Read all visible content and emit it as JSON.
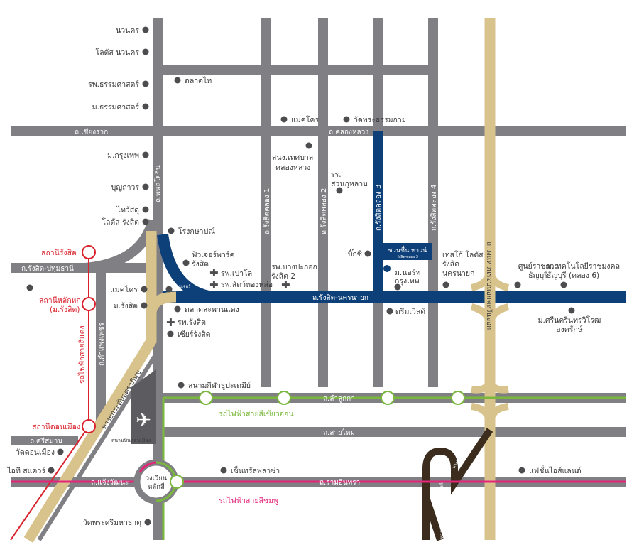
{
  "colors": {
    "road": "#808084",
    "main_road": "#0d3f78",
    "expressway": "#d8c38d",
    "red_line": "#d9232d",
    "green_line": "#7ab83d",
    "pink_line": "#e3267a",
    "tollway": "#3b2c1e"
  },
  "roads": {
    "chiang_rak": "ถ.เชียงราก",
    "khlong_luang": "ถ.คลองหลวง",
    "phahonyothin": "ถ.พหลโยธิน",
    "khlong1": "ถ.รังสิตคลอง 1",
    "khlong2": "ถ.รังสิตคลอง 2",
    "khlong3": "ถ.รังสิตคลอง 3",
    "khlong4": "ถ.รังสิตคลอง 4",
    "rangsit_pathum": "ถ.รังสิต-ปทุมธานี",
    "rangsit_nakhonnayok": "ถ.รังสิต-นครนายก",
    "kamphaeng_phet": "ถ.กำแพงเพชร",
    "outer_ring": "ถ.วงแหวนรอบนอกตะวันออก",
    "lam_luk_ka": "ถ.ลำลูกกา",
    "sai_mai": "ถ.สายไหม",
    "si_saman": "ถ.ศรีสมาน",
    "chaeng_watthana": "ถ.แจ้งวัฒนะ",
    "ram_inthra": "ถ.รามอินทรา",
    "uttaraphimuk": "ทางยกระดับอุตราภิมุข",
    "ram_inthra_expressway": "ทางด่วนรามอินทรา-อาจณรงค์",
    "chalong_rat": "ทางพิเศษฉลองรัช"
  },
  "rail": {
    "red": "รถไฟฟ้าสายสีแดง",
    "green": "รถไฟฟ้าสายสีเขียวอ่อน",
    "pink": "รถไฟฟ้าสายสีชมพู",
    "st_rangsit": "สถานีรังสิต",
    "st_lak_hok_1": "สถานีหลักหก",
    "st_lak_hok_2": "(ม.รังสิต)",
    "st_don_mueang": "สถานีดอนเมือง"
  },
  "project": {
    "name": "ชวนชื่น ทาวน์",
    "sub": "รังสิต-คลอง 3"
  },
  "places": {
    "navanakorn": "นวนคร",
    "lotus_navanakorn": "โลตัส นวนคร",
    "tu_hospital": "รพ.ธรรมศาสตร์",
    "tu": "ม.ธรรมศาสตร์",
    "talad_thai": "ตลาดไท",
    "makro1": "แมคโคร",
    "wat_dhammakaya": "วัดพระธรรมกาย",
    "bu": "ม.กรุงเทพ",
    "boonthavorn": "บุญถาวร",
    "thai_watsadu": "ไทวัสดุ",
    "lotus_rangsit": "โลตัส รังสิต",
    "municipal_1": "สนง.เทศบาล",
    "municipal_2": "คลองหลวง",
    "suankularb_1": "รร.",
    "suankularb_2": "สวนกุหลาบ",
    "mint": "โรงกษาปณ์",
    "future_1": "ฟิวเจอร์พาร์ค",
    "future_2": "รังสิต",
    "paolo": "รพ.เปาโล",
    "thonglor_vet": "รพ.สัตว์ทองหล่อ",
    "bangpakok_1": "รพ.บางปะกอก",
    "bangpakok_2": "รังสิต 2",
    "makro2": "แมคโคร",
    "rsu": "ม.รังสิต",
    "major": "เมเจอร์",
    "saphan_daeng": "ตลาดสะพานแดง",
    "rangsit_hospital": "รพ.รังสิต",
    "zeer": "เซียร์รังสิต",
    "bigc": "บิ๊กซี",
    "north_bkk_1": "ม.นอร์ท",
    "north_bkk_2": "กรุงเทพ",
    "dreamworld": "ดรีมเวิลด์",
    "tesco_1": "เทสโก้ โลตัส",
    "tesco_2": "รังสิต",
    "tesco_3": "นครนายก",
    "gov_1": "ศูนย์ราชการ",
    "gov_2": "ธัญบุรี",
    "rmutt_1": "ม.เทคโนโลยีราชมงคล",
    "rmutt_2": "ธัญบุรี (คลอง 6)",
    "swu_1": "ม.ศรีนครินทรวิโรฒ",
    "swu_2": "องครักษ์",
    "thupatemee": "สนามกีฬาธูปะเตมีย์",
    "airport": "สนามบินดอนเมือง",
    "wat_don_mueang": "วัดดอนเมือง",
    "it_square": "ไอที สแควร์",
    "laksi_1": "วงเวียน",
    "laksi_2": "หลักสี่",
    "central": "เซ็นทรัลพลาซ่า",
    "fashion_island": "แฟชั่นไอส์แลนด์",
    "wat_mahathat": "วัดพระศรีมหาธาตุ"
  }
}
